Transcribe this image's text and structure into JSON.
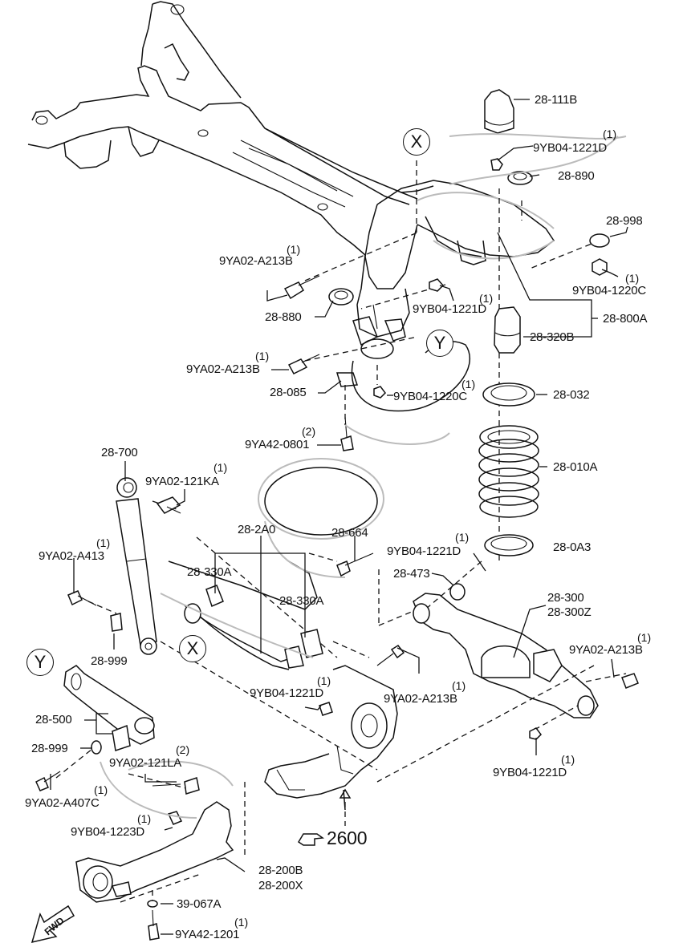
{
  "diagram": {
    "title": "Rear suspension exploded view",
    "orientation_marker": "FWD",
    "reference_marks": [
      "X",
      "Y"
    ],
    "section_reference": "2600"
  },
  "labels": {
    "p28_111B": "28-111B",
    "p9YB04_1221D_top": "9YB04-1221D",
    "p9YB04_1221D_top_qty": "(1)",
    "p28_890": "28-890",
    "p28_998": "28-998",
    "p9YB04_1220C_top": "9YB04-1220C",
    "p9YB04_1220C_top_qty": "(1)",
    "p28_800A": "28-800A",
    "p28_320B": "28-320B",
    "p9YA02_A213B_1": "9YA02-A213B",
    "p9YA02_A213B_1_qty": "(1)",
    "p28_880": "28-880",
    "p9YB04_1221D_mid": "9YB04-1221D",
    "p9YB04_1221D_mid_qty": "(1)",
    "p9YA02_A213B_2": "9YA02-A213B",
    "p9YA02_A213B_2_qty": "(1)",
    "p28_085": "28-085",
    "p9YB04_1220C_mid": "9YB04-1220C",
    "p9YB04_1220C_mid_qty": "(1)",
    "p28_032": "28-032",
    "p9YA42_0801": "9YA42-0801",
    "p9YA42_0801_qty": "(2)",
    "p28_010A": "28-010A",
    "p28_700": "28-700",
    "p9YA02_121KA": "9YA02-121KA",
    "p9YA02_121KA_qty": "(1)",
    "p28_2A0": "28-2A0",
    "p28_664": "28-664",
    "p9YB04_1221D_r": "9YB04-1221D",
    "p9YB04_1221D_r_qty": "(1)",
    "p28_0A3": "28-0A3",
    "p9YA02_A413": "9YA02-A413",
    "p9YA02_A413_qty": "(1)",
    "p28_330A_1": "28-330A",
    "p28_473": "28-473",
    "p28_330A_2": "28-330A",
    "p28_300": "28-300",
    "p28_300Z": "28-300Z",
    "p28_999_1": "28-999",
    "p9YA02_A213B_3": "9YA02-A213B",
    "p9YA02_A213B_3_qty": "(1)",
    "p9YB04_1221D_c": "9YB04-1221D",
    "p9YB04_1221D_c_qty": "(1)",
    "p9YA02_A213B_4": "9YA02-A213B",
    "p9YA02_A213B_4_qty": "(1)",
    "p28_500": "28-500",
    "p28_999_2": "28-999",
    "p9YA02_121LA": "9YA02-121LA",
    "p9YA02_121LA_qty": "(2)",
    "p9YB04_1221D_br": "9YB04-1221D",
    "p9YB04_1221D_br_qty": "(1)",
    "p9YA02_A407C": "9YA02-A407C",
    "p9YA02_A407C_qty": "(1)",
    "p9YB04_1223D": "9YB04-1223D",
    "p9YB04_1223D_qty": "(1)",
    "p2600": "2600",
    "p28_200B": "28-200B",
    "p28_200X": "28-200X",
    "p39_067A": "39-067A",
    "p9YA42_1201": "9YA42-1201",
    "p9YA42_1201_qty": "(1)"
  }
}
